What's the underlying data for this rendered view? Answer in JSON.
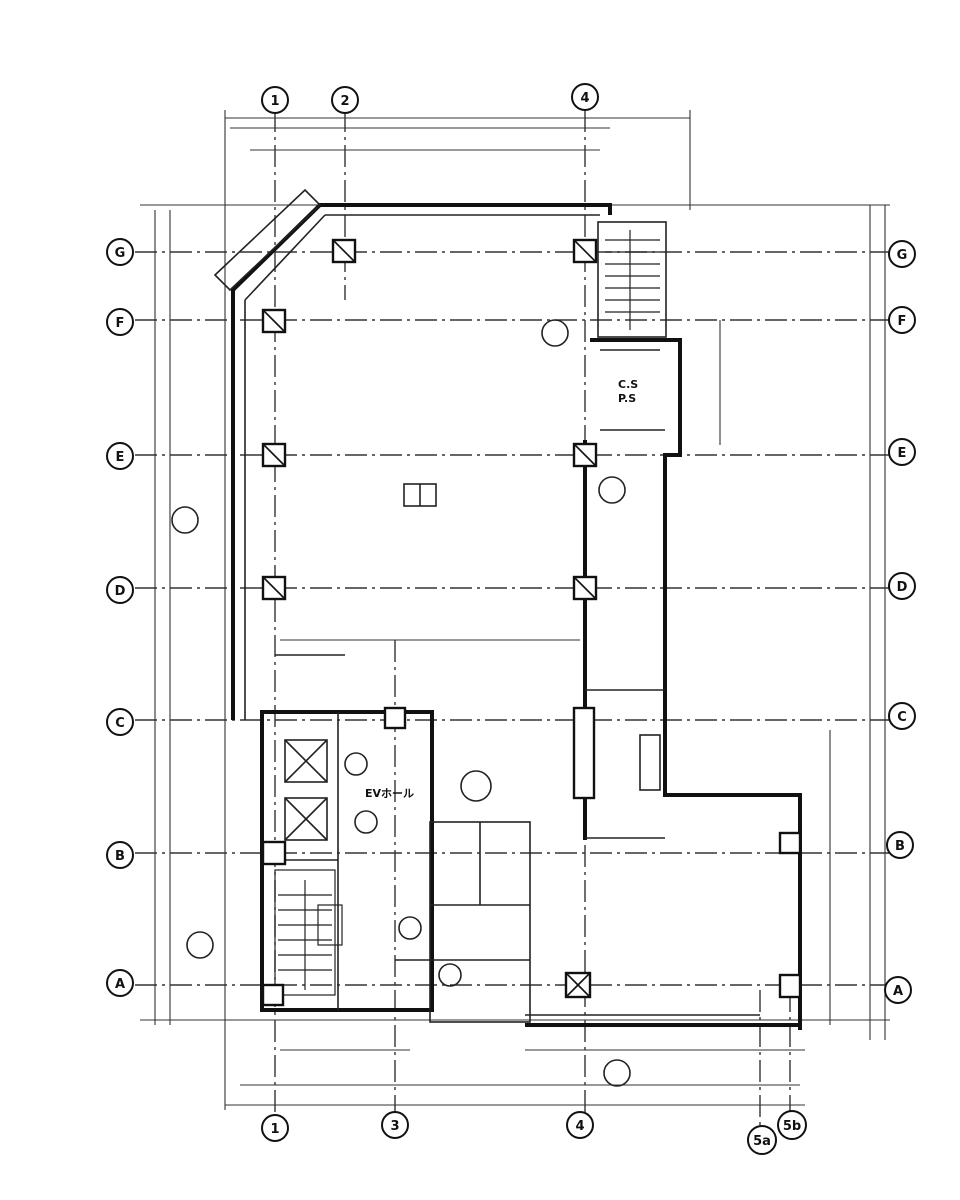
{
  "grid_top": [
    "1",
    "2",
    "4"
  ],
  "grid_bottom": [
    "1",
    "3",
    "4",
    "5a",
    "5b"
  ],
  "grid_left": [
    "G",
    "F",
    "E",
    "D",
    "C",
    "B",
    "A"
  ],
  "grid_right": [
    "G",
    "F",
    "E",
    "D",
    "C",
    "B",
    "A"
  ],
  "room_labels": {
    "elevator_hall": "EVホール",
    "shaft": "C.S\nP.S"
  }
}
